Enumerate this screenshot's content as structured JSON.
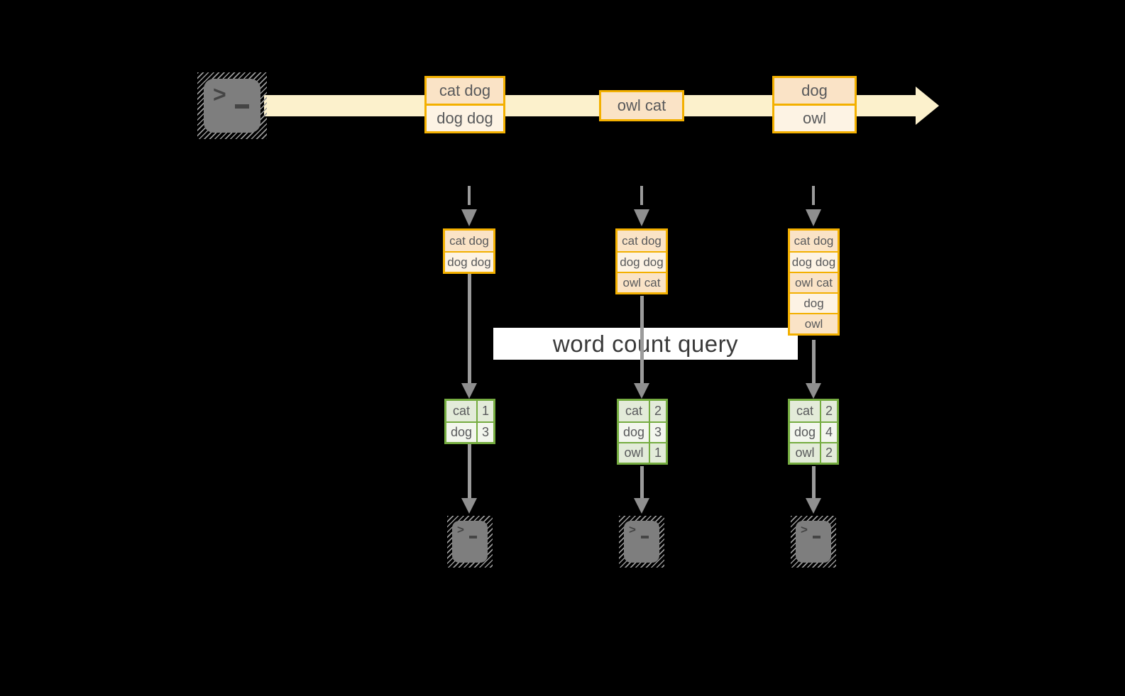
{
  "diagram": {
    "query_box": {
      "label": "word count query"
    },
    "stream": {
      "events": [
        {
          "lines": [
            "cat dog",
            "dog dog"
          ]
        },
        {
          "lines": [
            "owl cat"
          ]
        },
        {
          "lines": [
            "dog",
            "owl"
          ]
        }
      ]
    },
    "snapshots": [
      {
        "buffer": [
          "cat dog",
          "dog dog"
        ],
        "counts": [
          {
            "word": "cat",
            "count": "1"
          },
          {
            "word": "dog",
            "count": "3"
          }
        ]
      },
      {
        "buffer": [
          "cat dog",
          "dog dog",
          "owl cat"
        ],
        "counts": [
          {
            "word": "cat",
            "count": "2"
          },
          {
            "word": "dog",
            "count": "3"
          },
          {
            "word": "owl",
            "count": "1"
          }
        ]
      },
      {
        "buffer": [
          "cat dog",
          "dog dog",
          "owl cat",
          "dog",
          "owl"
        ],
        "counts": [
          {
            "word": "cat",
            "count": "2"
          },
          {
            "word": "dog",
            "count": "4"
          },
          {
            "word": "owl",
            "count": "2"
          }
        ]
      }
    ],
    "icons": {
      "source": "terminal-icon",
      "outputs": [
        "terminal-icon",
        "terminal-icon",
        "terminal-icon"
      ]
    },
    "colors": {
      "canvas_bg": "#000000",
      "stream_arrow": "#FCF1CC",
      "event_border": "#F3B000",
      "event_fill_peach": "#FAE3C6",
      "event_fill_cream": "#FDF3E4",
      "table_border": "#75AC40",
      "table_fill_dark": "#E3EBD9",
      "table_fill_light": "#F3F6EE",
      "connector_gray": "#9B9B9B",
      "terminal_gray": "#7E7E7E",
      "cell_text": "#58595B",
      "query_text": "#3A3A3A"
    }
  }
}
